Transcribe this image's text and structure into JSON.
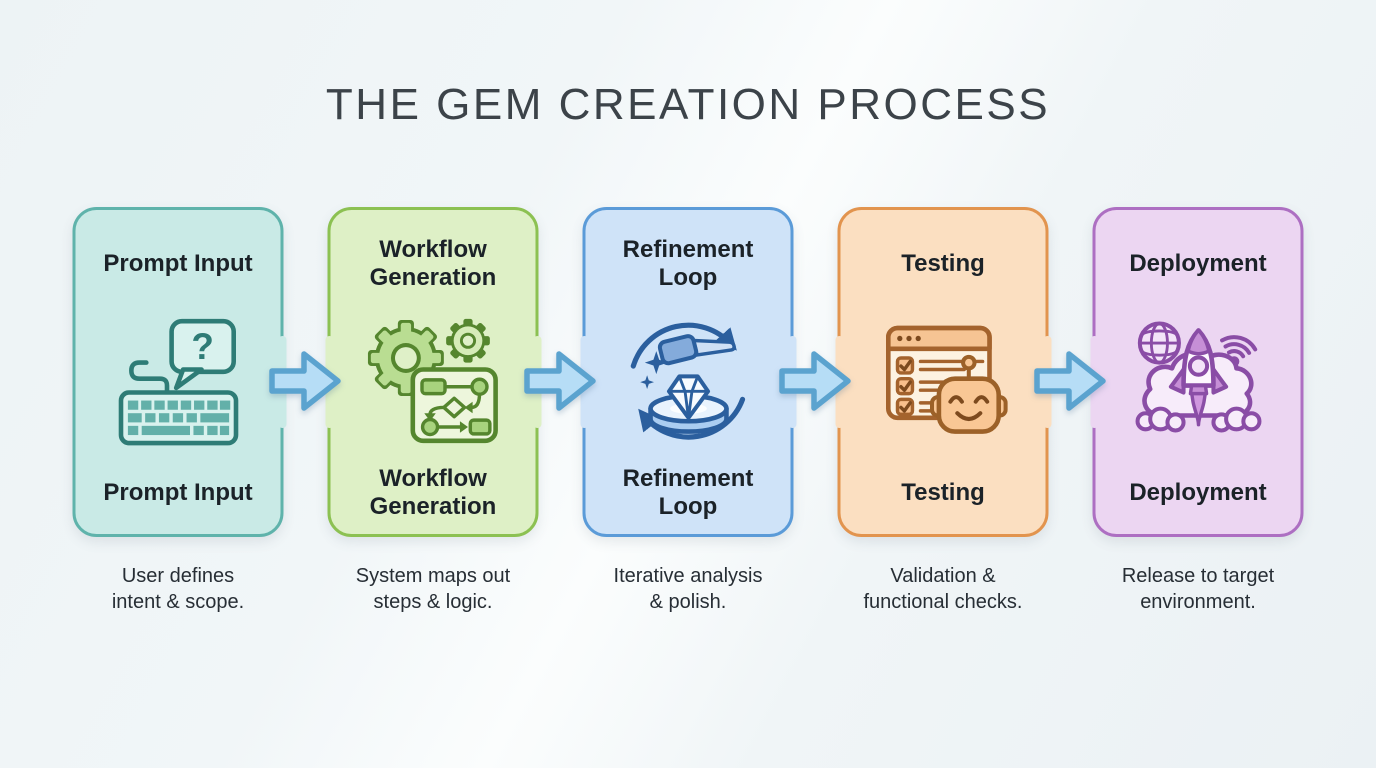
{
  "title": "THE GEM CREATION PROCESS",
  "flow_arrow": {
    "fill": "#b6ddf6",
    "stroke": "#5ba3cf",
    "direction": "right"
  },
  "steps": [
    {
      "id": "prompt-input",
      "title": "Prompt Input",
      "caption_lines": [
        "User defines",
        "intent & scope."
      ],
      "icon": "keyboard-question-icon",
      "icon_glyph": "?",
      "bg": "#c9eae6",
      "border": "#5fb3ab"
    },
    {
      "id": "workflow-generation",
      "title": "Workflow Generation",
      "caption_lines": [
        "System maps out",
        "steps & logic."
      ],
      "icon": "gears-flowchart-icon",
      "bg": "#def0c6",
      "border": "#8cc152"
    },
    {
      "id": "refinement-loop",
      "title": "Refinement Loop",
      "caption_lines": [
        "Iterative analysis",
        "& polish."
      ],
      "icon": "gem-polish-loop-icon",
      "bg": "#cfe3f8",
      "border": "#5b9bd8"
    },
    {
      "id": "testing",
      "title": "Testing",
      "caption_lines": [
        "Validation &",
        "functional checks."
      ],
      "icon": "checklist-robot-icon",
      "bg": "#fbdfc1",
      "border": "#e2944e"
    },
    {
      "id": "deployment",
      "title": "Deployment",
      "caption_lines": [
        "Release to target",
        "environment."
      ],
      "icon": "rocket-launch-icon",
      "bg": "#ecd6f2",
      "border": "#ad6fc2"
    }
  ]
}
